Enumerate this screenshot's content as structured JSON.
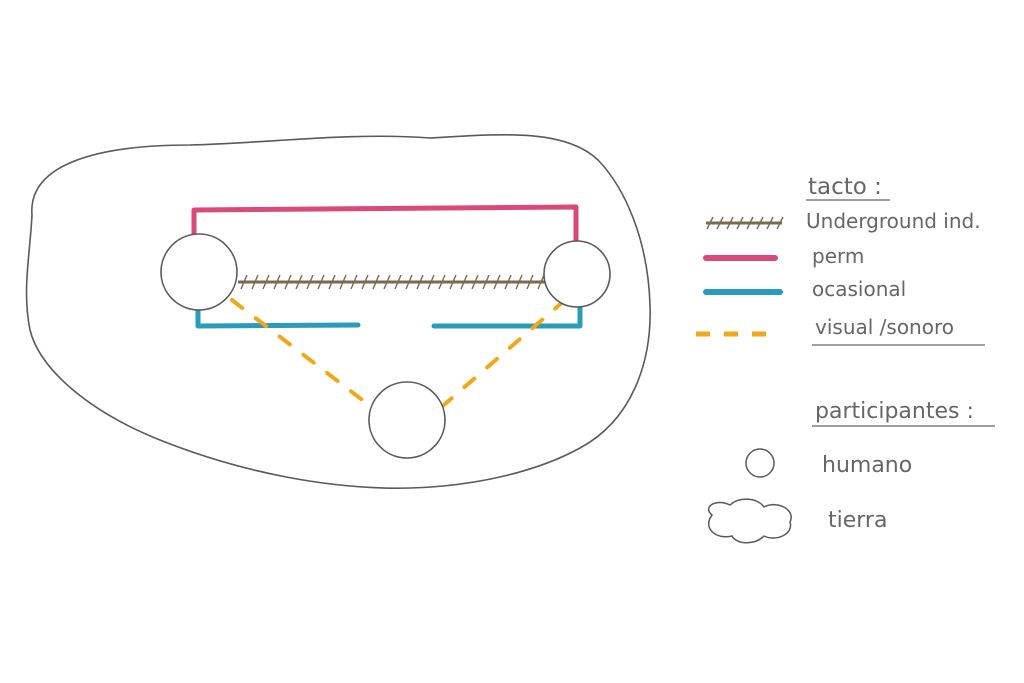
{
  "legend": {
    "contact_heading": "tacto :",
    "contact_items": [
      {
        "label": "Underground ind.",
        "style": "hatched",
        "color": "#7a6a52"
      },
      {
        "label": "perm",
        "style": "solid",
        "color": "#d94a78"
      },
      {
        "label": "ocasional",
        "style": "solid",
        "color": "#2a9bb8"
      },
      {
        "label": "visual /sonoro",
        "style": "dashed",
        "color": "#f0a818"
      }
    ],
    "participants_heading": "participantes :",
    "participant_items": [
      {
        "label": "humano",
        "shape": "circle"
      },
      {
        "label": "tierra",
        "shape": "cloud"
      }
    ]
  },
  "colors": {
    "pencil": "#5a5a5a",
    "underground": "#7a6a52",
    "permanent": "#d94a78",
    "occasional": "#2a9bb8",
    "visual": "#f0a818"
  }
}
